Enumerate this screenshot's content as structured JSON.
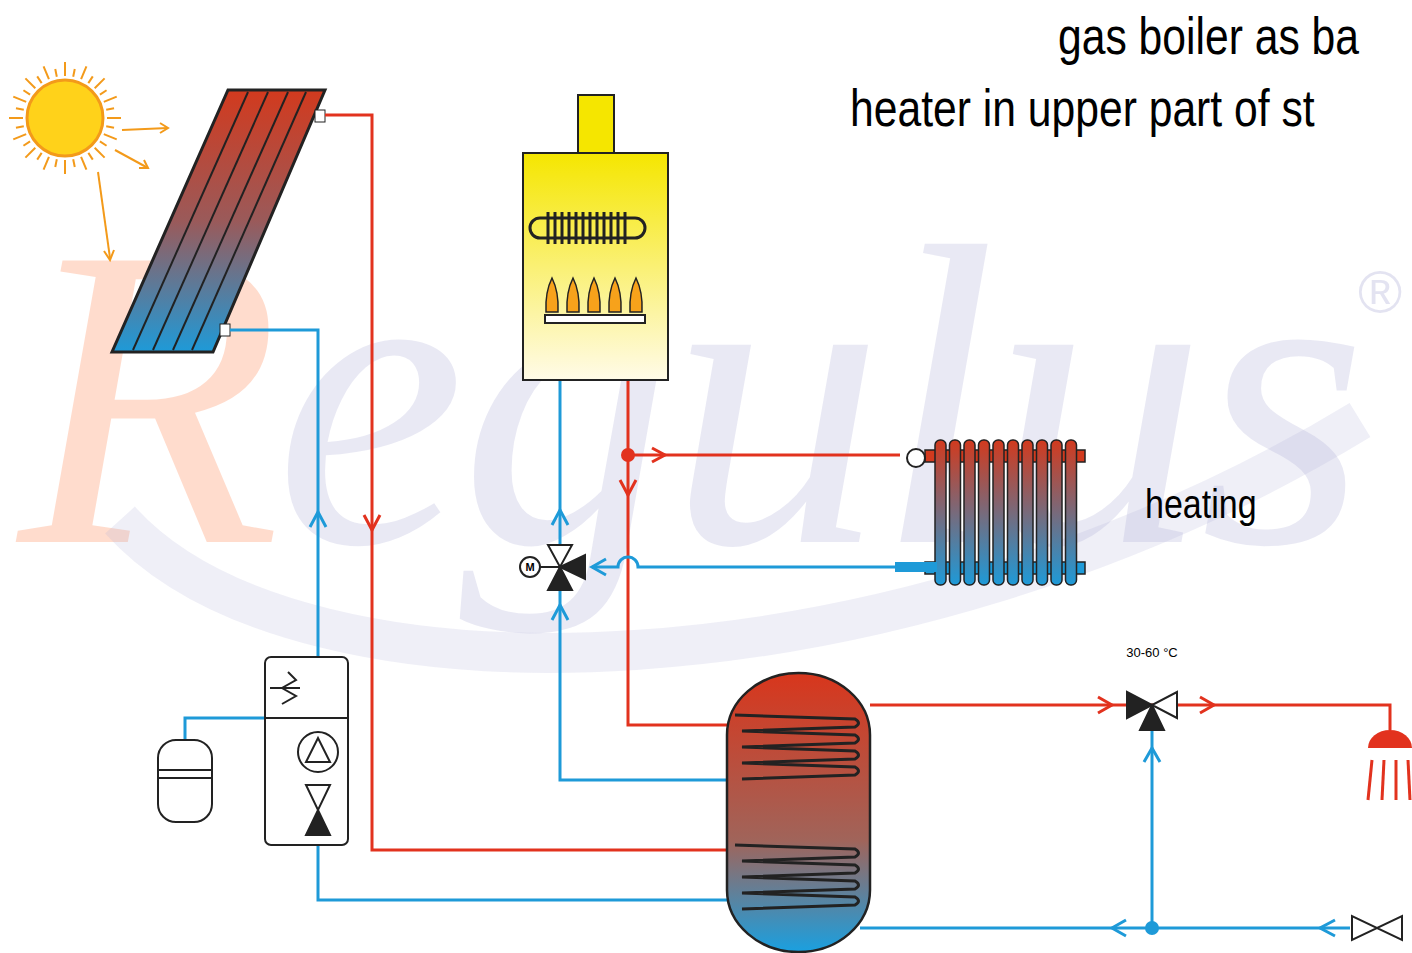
{
  "diagram": {
    "title": "gas boiler as ba",
    "nodes": [
      {
        "text": [
          "heating"
        ]
      },
      {
        "text": [
          "M"
        ]
      },
      {
        "text": [
          "30-60 °C"
        ]
      }
    ],
    "edges": [
      {
        "from": 0,
        "to": 1,
        "arrow": "to"
      }
    ],
    "labels": [
      "heater in upper part of st",
      "Regulus",
      "®"
    ]
  }
}
